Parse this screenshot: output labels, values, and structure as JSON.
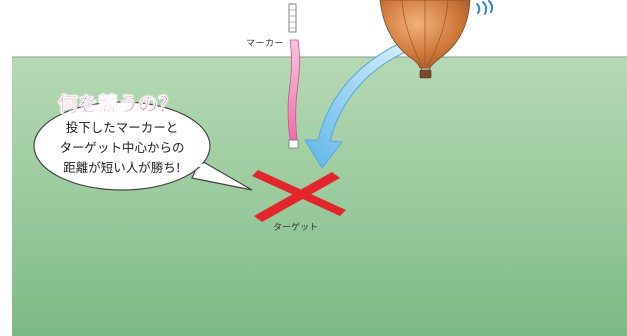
{
  "labels": {
    "marker": "マーカー",
    "target": "ターゲット"
  },
  "bubble": {
    "title": "何を競うの？",
    "lines": [
      "投下したマーカーと",
      "ターゲット中心からの",
      "距離が短い人が勝ち!"
    ]
  },
  "colors": {
    "sky": "#ffffff",
    "ground_top": "#b4d8b2",
    "ground_bottom": "#7ebc86",
    "balloon": "#d27a3c",
    "marker_ribbon": "#ee7ab2",
    "target_cross": "#e3262b",
    "arrow": "#7fc7ee",
    "title_pink": "#ee2f8a"
  }
}
